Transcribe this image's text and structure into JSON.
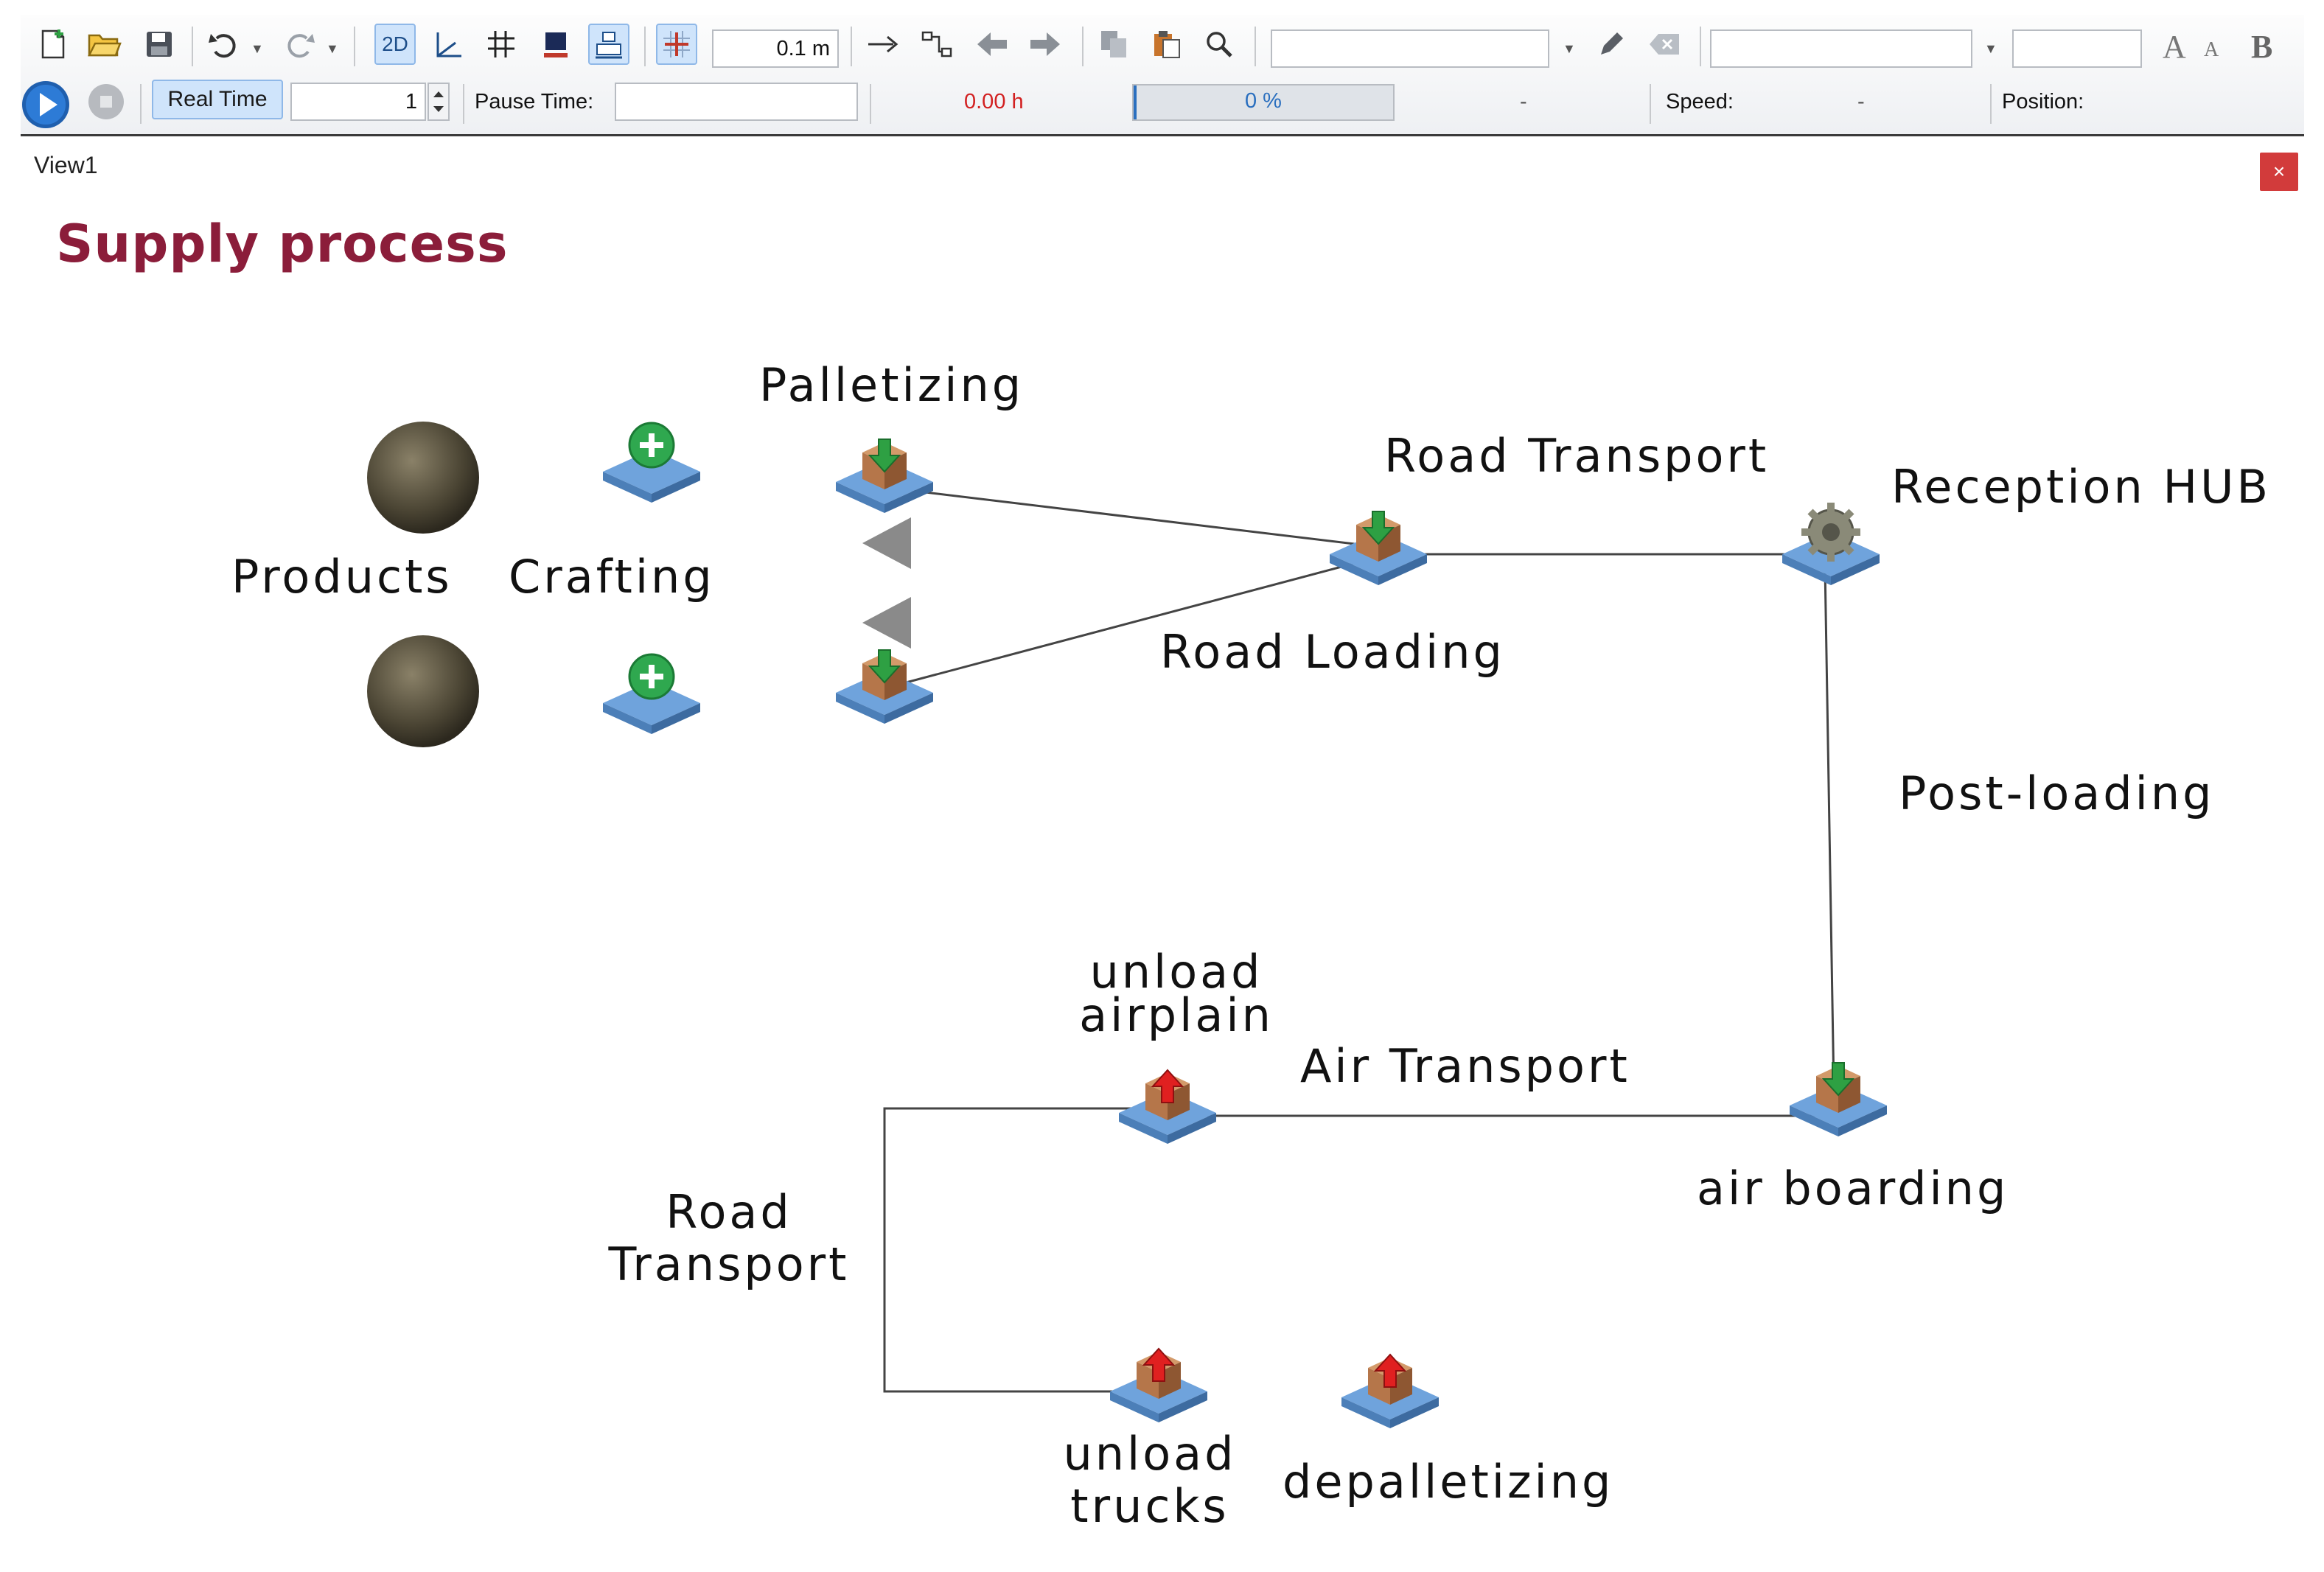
{
  "toolbar": {
    "btn_2d_label": "2D",
    "grid_size_value": "0.1 m",
    "run_mode_label": "Real Time",
    "speed_multiplier": "1",
    "pause_time_label": "Pause Time:",
    "pause_time_value": "",
    "time_readout": "0.00 h",
    "progress_text": "0 %",
    "progress_fraction": 0,
    "status_dash_1": "-",
    "speed_label": "Speed:",
    "speed_value": "-",
    "position_label": "Position:",
    "font_large_label": "A",
    "font_small_label": "A",
    "bold_label": "B"
  },
  "view": {
    "tab_label": "View1",
    "close_label": "×",
    "title": "Supply process"
  },
  "diagram": {
    "labels": {
      "palletizing": "Palletizing",
      "products": "Products",
      "crafting": "Crafting",
      "road_transport_top": "Road Transport",
      "reception_hub": "Reception HUB",
      "road_loading": "Road Loading",
      "post_loading": "Post-loading",
      "unload_airplain_line1": "unload",
      "unload_airplain_line2": "airplain",
      "air_transport": "Air Transport",
      "air_boarding": "air boarding",
      "road_transport_bottom_line1": "Road",
      "road_transport_bottom_line2": "Transport",
      "unload_trucks_line1": "unload",
      "unload_trucks_line2": "trucks",
      "depalletizing": "depalletizing"
    }
  },
  "colors": {
    "title": "#8b1d3a",
    "tile": "#6fa3dc",
    "box": "#b5764a",
    "arrow_green": "#2ea043",
    "arrow_red": "#e02020",
    "source_dark": "#4a4433",
    "plus_green": "#2fa84f",
    "close_red": "#d23b3b",
    "time_red": "#d22020",
    "progress_blue": "#2a6fbf"
  }
}
